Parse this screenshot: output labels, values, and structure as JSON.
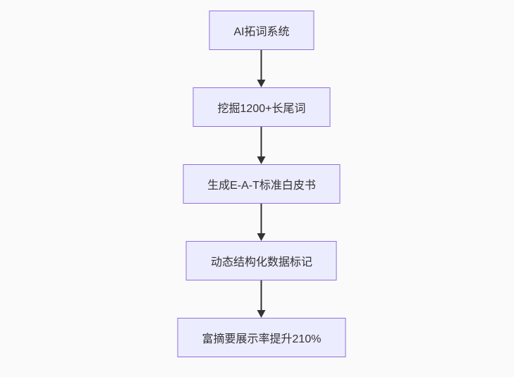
{
  "background": "#fafafa",
  "theme": {
    "node_fill": "#ECECFF",
    "node_border": "#9370DB",
    "arrow_color": "#333333",
    "text_color": "#333333"
  },
  "flowchart": {
    "type": "flowchart",
    "direction": "top-down",
    "nodes": [
      {
        "id": "step-1",
        "label": "AI拓词系统"
      },
      {
        "id": "step-2",
        "label": "挖掘1200+长尾词"
      },
      {
        "id": "step-3",
        "label": "生成E-A-T标准白皮书"
      },
      {
        "id": "step-4",
        "label": "动态结构化数据标记"
      },
      {
        "id": "step-5",
        "label": "富摘要展示率提升210%"
      }
    ],
    "edges": [
      {
        "from": "step-1",
        "to": "step-2"
      },
      {
        "from": "step-2",
        "to": "step-3"
      },
      {
        "from": "step-3",
        "to": "step-4"
      },
      {
        "from": "step-4",
        "to": "step-5"
      }
    ]
  }
}
